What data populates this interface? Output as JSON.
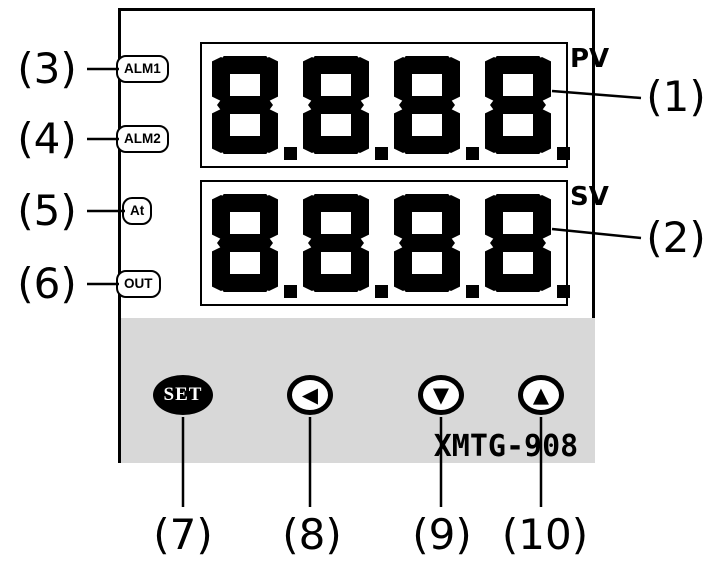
{
  "colors": {
    "panel_gray": "#d8d8d8",
    "ink": "#000000"
  },
  "callouts": {
    "c1": "(1)",
    "c2": "(2)",
    "c3": "(3)",
    "c4": "(4)",
    "c5": "(5)",
    "c6": "(6)",
    "c7": "(7)",
    "c8": "(8)",
    "c9": "(9)",
    "c10": "(10)"
  },
  "indicators": [
    {
      "label": "ALM1"
    },
    {
      "label": "ALM2"
    },
    {
      "label": "At"
    },
    {
      "label": "OUT"
    }
  ],
  "displays": {
    "pv": {
      "label": "PV",
      "value": "8.8.8.8."
    },
    "sv": {
      "label": "SV",
      "value": "8.8.8.8."
    }
  },
  "buttons": {
    "set_label": "SET",
    "arrows": [
      {
        "name": "left-arrow",
        "glyph": "◀"
      },
      {
        "name": "down-arrow",
        "glyph": "▼"
      },
      {
        "name": "up-arrow",
        "glyph": "▲"
      }
    ]
  },
  "model": "XMTG-908"
}
